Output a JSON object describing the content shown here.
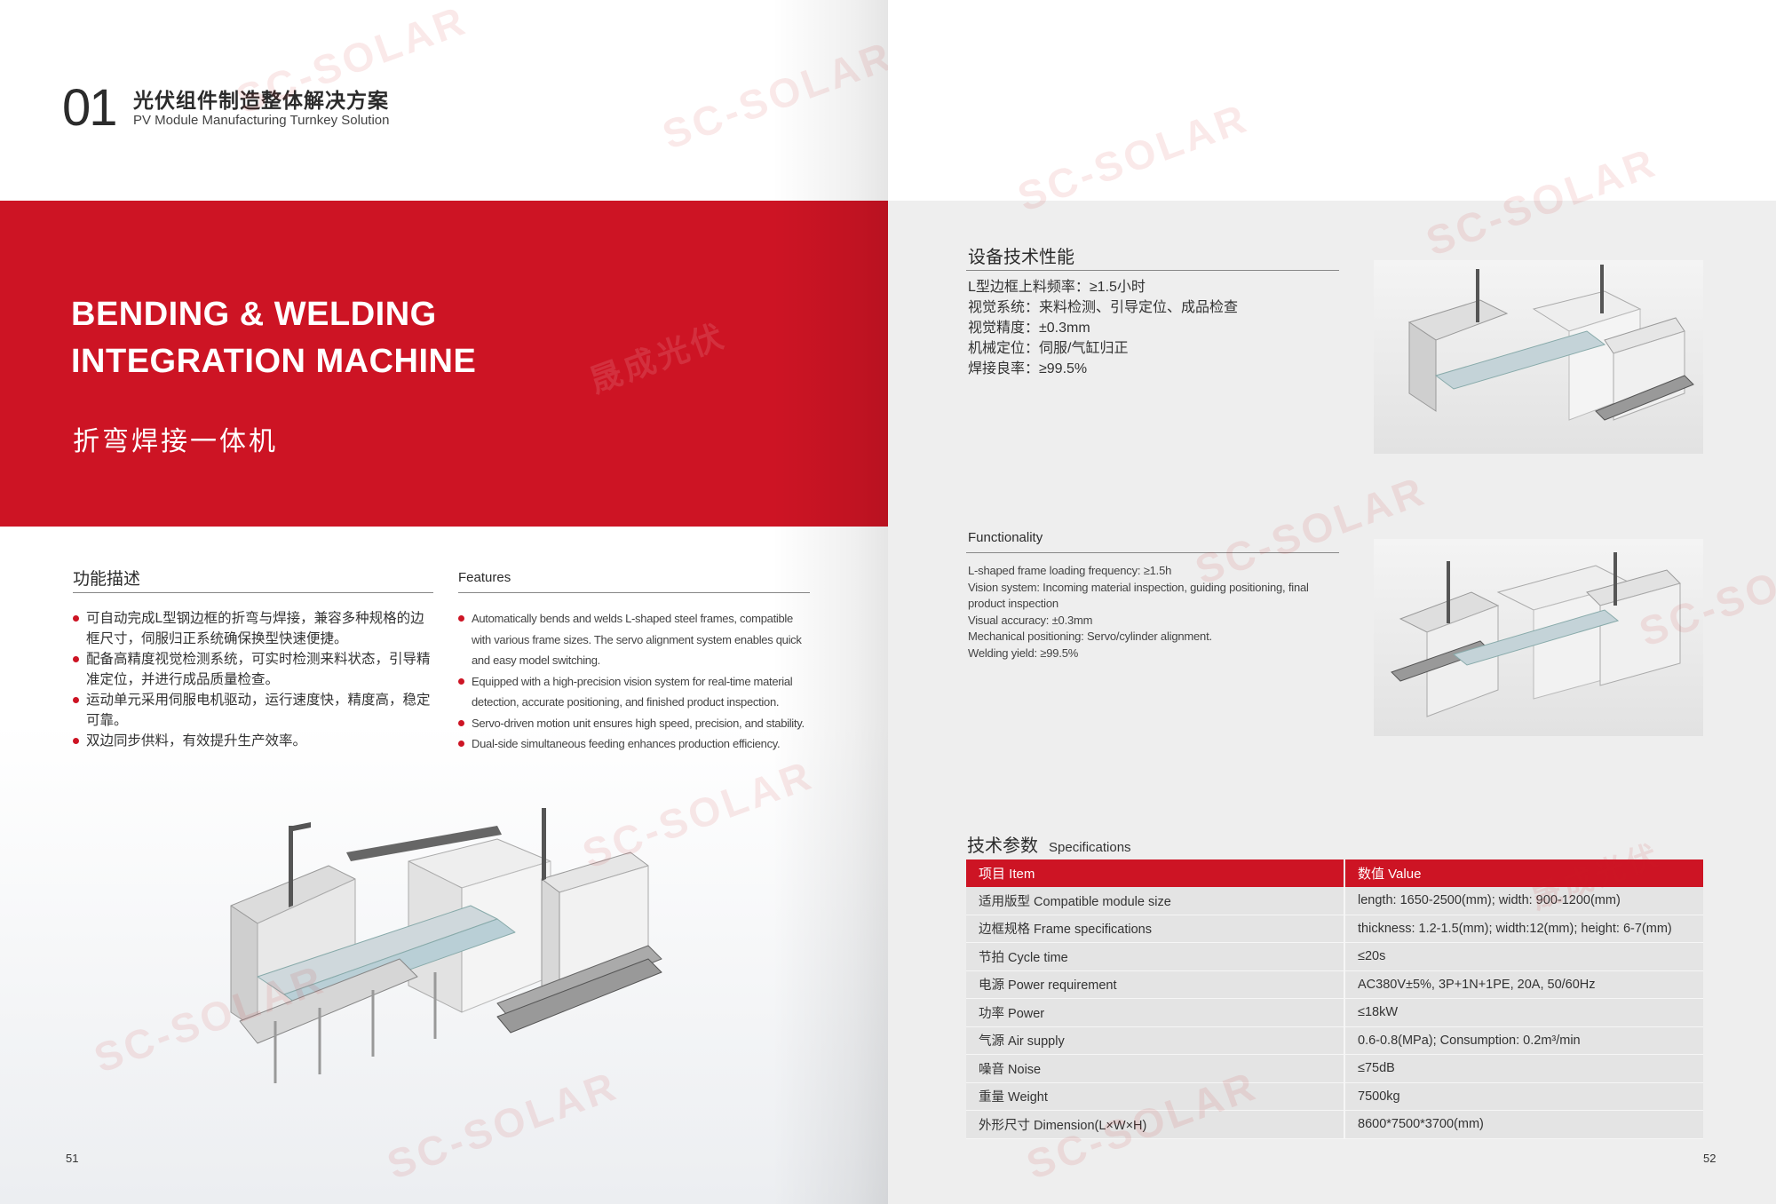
{
  "left_page": {
    "section_number": "01",
    "section_title_cn": "光伏组件制造整体解决方案",
    "section_title_en": "PV Module Manufacturing Turnkey Solution",
    "machine_title_line1": "BENDING & WELDING",
    "machine_title_line2": "INTEGRATION MACHINE",
    "machine_title_cn": "折弯焊接一体机",
    "features_cn": {
      "heading": "功能描述",
      "items": [
        "可自动完成L型钢边框的折弯与焊接，兼容多种规格的边框尺寸，伺服归正系统确保换型快速便捷。",
        "配备高精度视觉检测系统，可实时检测来料状态，引导精准定位，并进行成品质量检查。",
        "运动单元采用伺服电机驱动，运行速度快，精度高，稳定可靠。",
        "双边同步供料，有效提升生产效率。"
      ]
    },
    "features_en": {
      "heading": "Features",
      "items": [
        "Automatically bends and welds L-shaped steel frames, compatible with various frame sizes. The servo alignment system enables quick and easy model switching.",
        "Equipped with a high-precision vision system for real-time material detection, accurate positioning, and finished product inspection.",
        "Servo-driven motion unit ensures high speed, precision, and stability.",
        "Dual-side simultaneous feeding enhances production efficiency."
      ]
    },
    "page_number": "51"
  },
  "right_page": {
    "performance": {
      "heading": "设备技术性能",
      "items": [
        "L型边框上料频率：≥1.5小时",
        "视觉系统：来料检测、引导定位、成品检查",
        "视觉精度：±0.3mm",
        "机械定位：伺服/气缸归正",
        "焊接良率：≥99.5%"
      ]
    },
    "functionality": {
      "heading": "Functionality",
      "items": [
        "L-shaped frame loading frequency: ≥1.5h",
        "Vision system: Incoming material inspection, guiding positioning, final product inspection",
        "Visual accuracy: ±0.3mm",
        "Mechanical positioning: Servo/cylinder alignment.",
        "Welding yield: ≥99.5%"
      ]
    },
    "specifications": {
      "heading_cn": "技术参数",
      "heading_en": "Specifications",
      "col_item": "项目 Item",
      "col_value": "数值 Value",
      "rows": [
        [
          "适用版型 Compatible module size",
          "length: 1650-2500(mm); width: 900-1200(mm)"
        ],
        [
          "边框规格 Frame specifications",
          "thickness: 1.2-1.5(mm); width:12(mm); height: 6-7(mm)"
        ],
        [
          "节拍 Cycle time",
          "≤20s"
        ],
        [
          "电源 Power requirement",
          "AC380V±5%, 3P+1N+1PE, 20A, 50/60Hz"
        ],
        [
          "功率 Power",
          "≤18kW"
        ],
        [
          "气源 Air supply",
          "0.6-0.8(MPa); Consumption: 0.2m³/min"
        ],
        [
          "噪音 Noise",
          "≤75dB"
        ],
        [
          "重量 Weight",
          "7500kg"
        ],
        [
          "外形尺寸 Dimension(L×W×H)",
          "8600*7500*3700(mm)"
        ]
      ]
    },
    "page_number": "52"
  },
  "watermark": {
    "brand_en": "SC-SOLAR",
    "brand_cn": "晟成光伏"
  },
  "colors": {
    "accent_red": "#cd1424",
    "right_page_bg": "#eeeeee",
    "table_row_bg": "#e4e4e4"
  },
  "icons": [
    "bullet-dot-icon",
    "machine-render-illustration"
  ]
}
